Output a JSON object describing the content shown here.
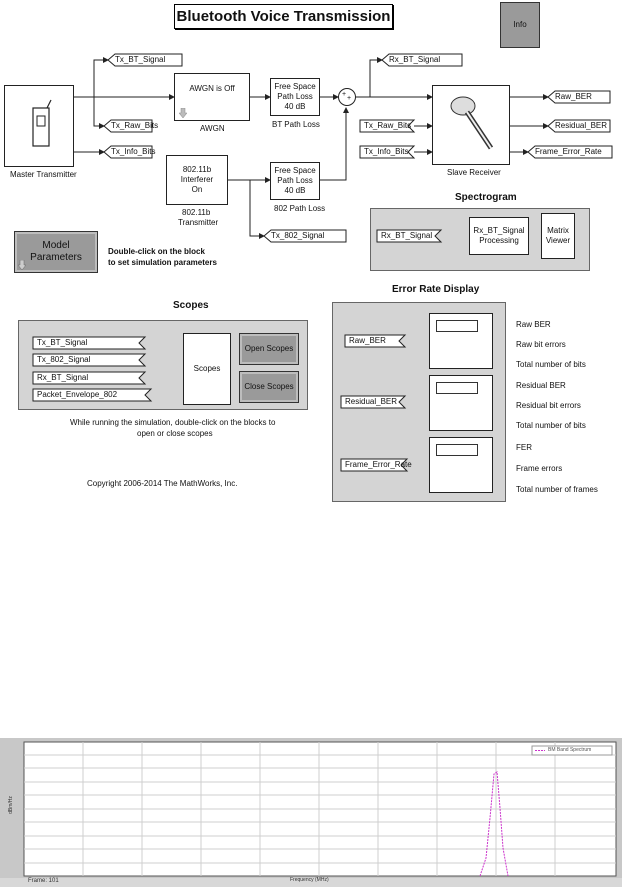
{
  "title": "Bluetooth Voice Transmission",
  "info_label": "Info",
  "blocks": {
    "master_tx": "Master Transmitter",
    "awgn_inner": "AWGN is Off",
    "awgn_caption": "AWGN",
    "bt_loss": [
      "Free Space",
      "Path Loss",
      "40 dB"
    ],
    "bt_loss_caption": "BT Path Loss",
    "interferer": [
      "802.11b",
      "Interferer",
      "On"
    ],
    "interferer_caption": [
      "802.11b",
      "Transmitter"
    ],
    "loss802": [
      "Free Space",
      "Path Loss",
      "40 dB"
    ],
    "loss802_caption": "802 Path Loss",
    "slave": "Slave Receiver",
    "sum_sign": "+",
    "model_params": [
      "Model",
      "Parameters"
    ]
  },
  "tags": {
    "tx_bt_signal": "Tx_BT_Signal",
    "tx_raw_bits": "Tx_Raw_Bits",
    "tx_info_bits": "Tx_Info_Bits",
    "rx_bt_signal": "Rx_BT_Signal",
    "tx_raw_bits_in": "Tx_Raw_Bits",
    "tx_info_bits_in": "Tx_Info_Bits",
    "raw_ber": "Raw_BER",
    "residual_ber": "Residual_BER",
    "frame_error_rate": "Frame_Error_Rate",
    "tx_802_signal": "Tx_802_Signal"
  },
  "hint": [
    "Double-click on the block",
    "to set simulation parameters"
  ],
  "spectrogram": {
    "title": "Spectrogram",
    "input": "Rx_BT_Signal",
    "processing": [
      "Rx_BT_Signal",
      "Processing"
    ],
    "viewer": [
      "Matrix",
      "Viewer"
    ]
  },
  "scopes": {
    "title": "Scopes",
    "inputs": [
      "Tx_BT_Signal",
      "Tx_802_Signal",
      "Rx_BT_Signal",
      "Packet_Envelope_802"
    ],
    "block": "Scopes",
    "open": "Open Scopes",
    "close": "Close Scopes",
    "note": [
      "While running the simulation, double-click on the blocks to",
      "open or close  scopes"
    ],
    "copyright": "Copyright 2006-2014 The MathWorks, Inc."
  },
  "error_rate": {
    "title": "Error Rate Display",
    "inputs": [
      "Raw_BER",
      "Residual_BER",
      "Frame_Error_Rate"
    ],
    "labels": [
      [
        "Raw BER",
        "Raw bit errors",
        "Total number of bits"
      ],
      [
        "Residual BER",
        "Residual bit errors",
        "Total number of bits"
      ],
      [
        "FER",
        "Frame errors",
        "Total number of frames"
      ]
    ]
  },
  "plot": {
    "legend": "BM Band Spectrum",
    "ylabel": "dBm/Hz",
    "xlabel": "Frequency (MHz)",
    "status": "Frame: 101",
    "trace_color": "#cc33cc"
  }
}
